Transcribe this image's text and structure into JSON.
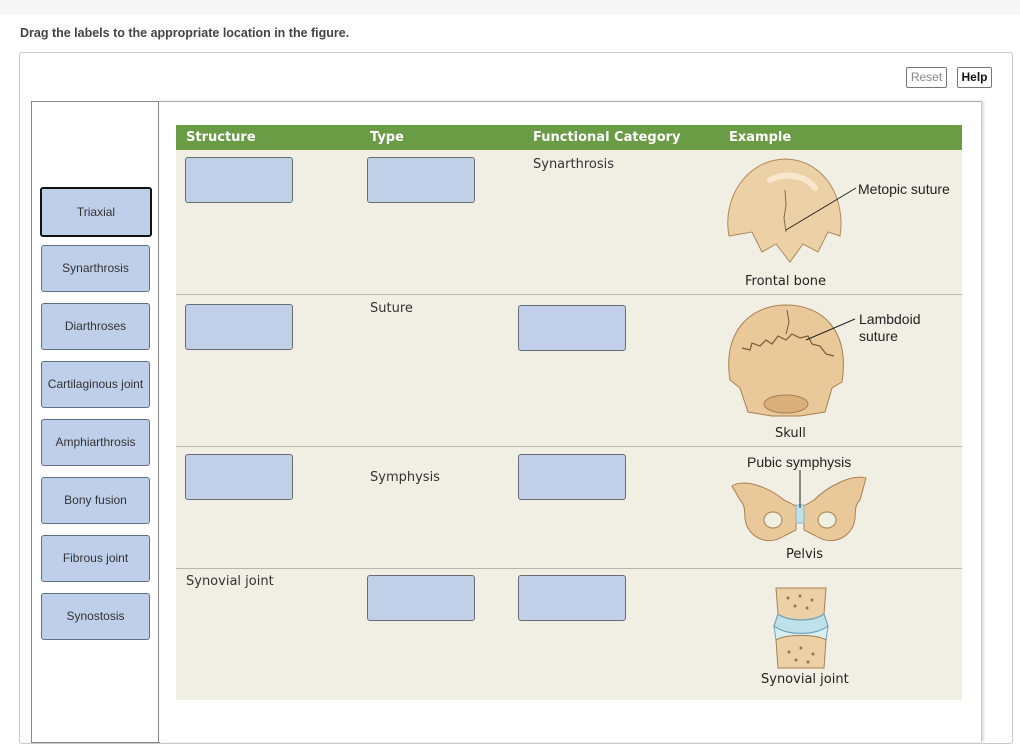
{
  "instruction": "Drag the labels to the appropriate location in the figure.",
  "buttons": {
    "reset": "Reset",
    "help": "Help"
  },
  "labels": [
    "Triaxial",
    "Synarthrosis",
    "Diarthroses",
    "Cartilaginous joint",
    "Amphiarthrosis",
    "Bony fusion",
    "Fibrous joint",
    "Synostosis"
  ],
  "table": {
    "headers": {
      "structure": "Structure",
      "type": "Type",
      "functional": "Functional Category",
      "example": "Example"
    },
    "rows": [
      {
        "type": "",
        "functional": "Synarthrosis",
        "structure": ""
      },
      {
        "type": "Suture",
        "functional": "",
        "structure": ""
      },
      {
        "type": "Symphysis",
        "functional": "",
        "structure": ""
      },
      {
        "type": "",
        "functional": "",
        "structure": "Synovial joint"
      }
    ]
  },
  "examples": {
    "frontal_caption": "Frontal bone",
    "metopic": "Metopic suture",
    "lambdoid_1": "Lambdoid",
    "lambdoid_2": "suture",
    "skull_caption": "Skull",
    "pubic": "Pubic symphysis",
    "pelvis_caption": "Pelvis",
    "synovial_caption": "Synovial joint"
  },
  "colors": {
    "header_green": "#6a9c45",
    "table_bg": "#f1eee4",
    "drop_fill": "#c1cfe8",
    "bone": "#e9c99a"
  }
}
